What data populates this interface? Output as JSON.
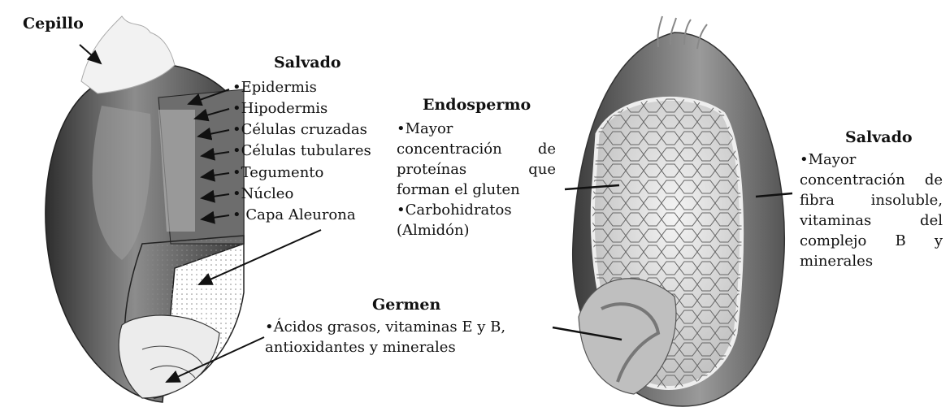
{
  "left": {
    "cepillo": "Cepillo",
    "salvado_title": "Salvado",
    "layers": [
      "•Epidermis",
      "•Hipodermis",
      "•Células cruzadas",
      "•Células tubulares",
      "•Tegumento",
      "•Núcleo",
      "• Capa Aleurona"
    ]
  },
  "endospermo": {
    "title": "Endospermo",
    "lines": [
      "•Mayor",
      "concentración de",
      "proteínas que",
      "forman el gluten",
      "•Carbohidratos",
      "(Almidón)"
    ]
  },
  "germen": {
    "title": "Germen",
    "lines": [
      "•Ácidos grasos, vitaminas E y B,",
      "antioxidantes y minerales"
    ]
  },
  "salvado_right": {
    "title": "Salvado",
    "lines": [
      "•Mayor",
      "concentración de",
      "fibra insoluble,",
      "vitaminas del",
      "complejo B y",
      "minerales"
    ]
  },
  "colors": {
    "ink": "#111111",
    "grain_dark": "#4a4a4a",
    "grain_mid": "#8a8a8a",
    "endosperm": "#d9d9d9"
  }
}
